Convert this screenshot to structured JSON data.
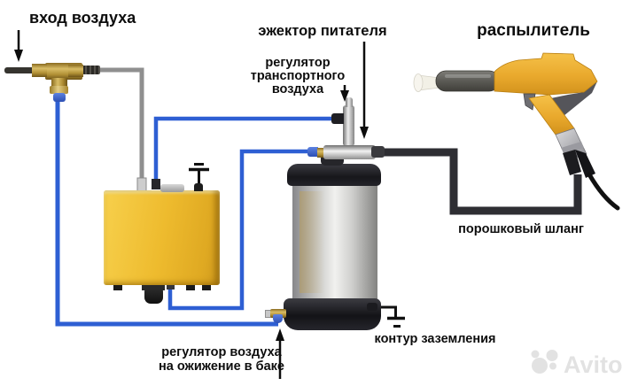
{
  "diagram": {
    "labels": {
      "air_inlet": "вход воздуха",
      "feeder_ejector": "эжектор питателя",
      "sprayer": "распылитель",
      "transport_regulator": [
        "регулятор",
        "транспортного",
        "воздуха"
      ],
      "powder_hose": "порошковый шланг",
      "ground_circuit": "контур заземления",
      "fluidization_regulator": [
        "регулятор воздуха",
        "на ожижение в баке"
      ]
    },
    "colors": {
      "air_line_blue": "#2e5fd3",
      "compressed_air_line_gray": "#8f8f8f",
      "powder_hose_black": "#2e2e33",
      "control_unit_yellow": "#eebb2e",
      "spray_gun_yellow": "#e9a92d",
      "tank_silver": "#d0d0ce",
      "ground_symbol": "#111111",
      "label_text": "#0d0d0d",
      "watermark_gray": "#d9d9d9"
    }
  },
  "watermark": {
    "brand": "Avito"
  }
}
